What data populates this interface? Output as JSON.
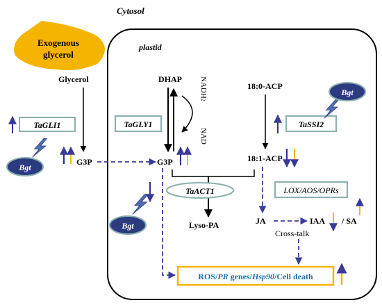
{
  "compartments": {
    "cytosol": "Cytosol",
    "plastid": "plastid"
  },
  "exogenous": {
    "line1": "Exogenous",
    "line2": "glycerol"
  },
  "metabolites": {
    "glycerol": "Glycerol",
    "g3p_cytosol": "G3P",
    "g3p_plastid": "G3P",
    "dhap": "DHAP",
    "nadh": "NADH",
    "nadh_sub": "2",
    "nad": "NAD",
    "acp_18_0": "18:0-ACP",
    "acp_18_1": "18:1-ACP",
    "lyso_pa": "Lyso-PA",
    "ja": "JA",
    "iaa": "IAA",
    "sa_sep": "/ SA",
    "crosstalk": "Cross-talk"
  },
  "genes": {
    "tagli1": "TaGLI1",
    "tagly1": "TaGLY1",
    "tassi2": "TaSSI2",
    "taact1": "TaACT1",
    "lox": "LOX/AOS/OPRs"
  },
  "pathogen": {
    "label": "Bgt"
  },
  "outcome": {
    "ros": "ROS/",
    "pr": "PR",
    "genes_sep": " genes/",
    "hsp": "Hsp90",
    "death": "/Cell death"
  },
  "colors": {
    "up_arrow": "#2e2f8f",
    "down_arrow": "#f2b705",
    "dashed": "#3a3a9a",
    "gene_box": "#8ab0b0",
    "bgt": "#2c3a7f",
    "lightning": "#4f6fb0",
    "exogenous_fill": "#f5b400",
    "outcome_text": "#1a6fa8"
  }
}
